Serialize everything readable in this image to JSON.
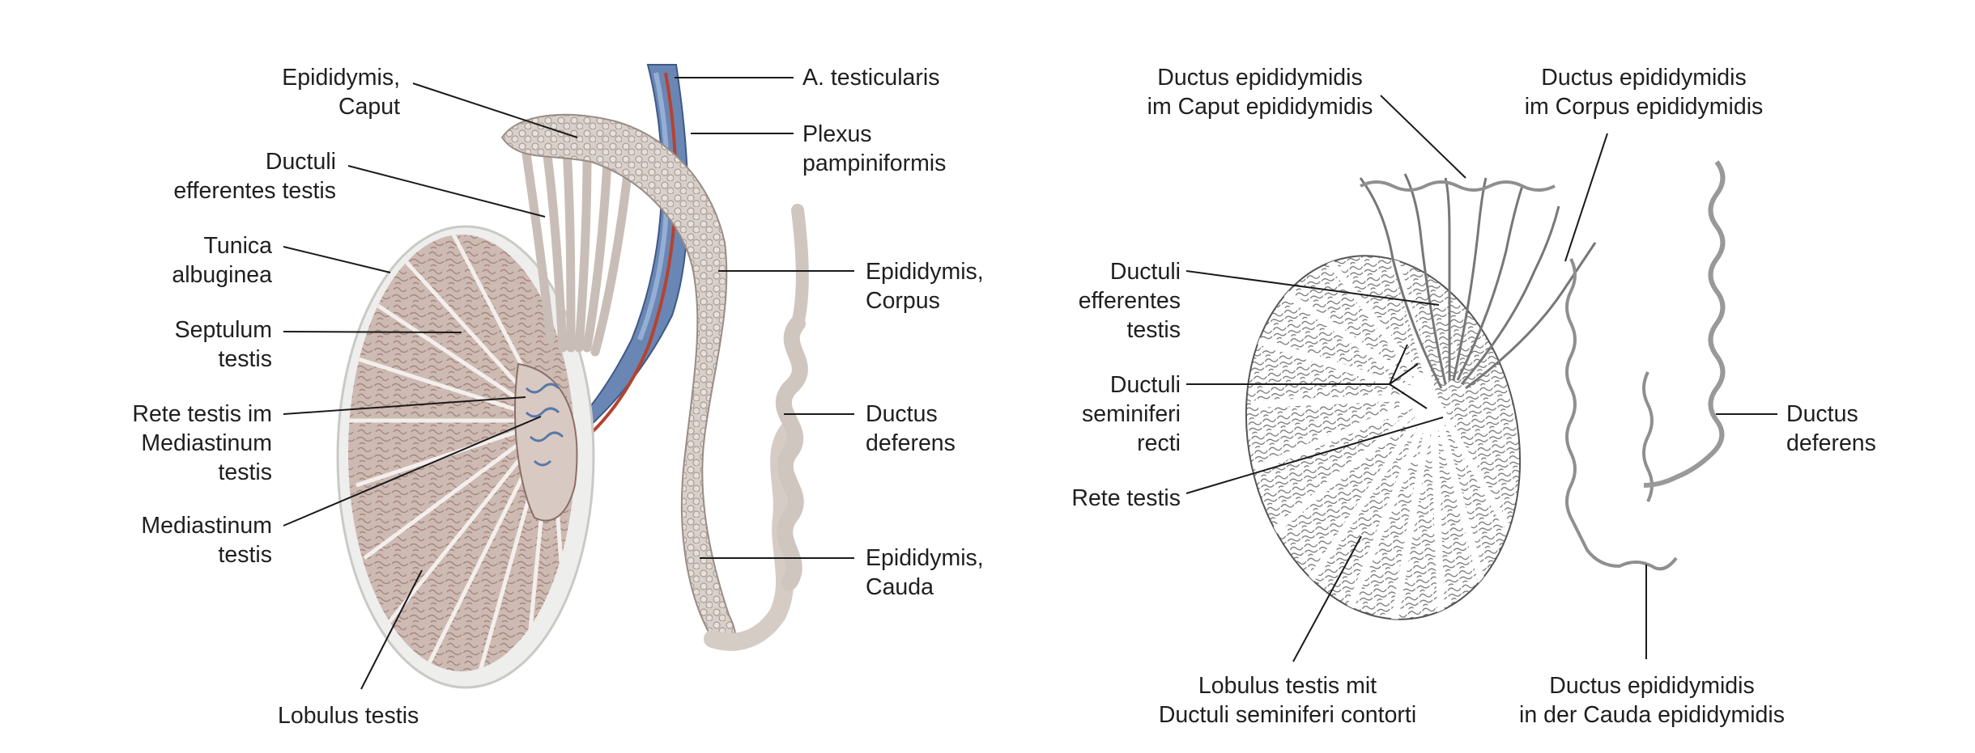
{
  "left_figure": {
    "labels": {
      "epididymis_caput": [
        "Epididymis,",
        "Caput"
      ],
      "ductuli_efferentes": [
        "Ductuli",
        "efferentes testis"
      ],
      "tunica_albuginea": [
        "Tunica",
        "albuginea"
      ],
      "septulum_testis": [
        "Septulum",
        "testis"
      ],
      "rete_testis_mediastinum": [
        "Rete testis im",
        "Mediastinum",
        "testis"
      ],
      "mediastinum_testis": [
        "Mediastinum",
        "testis"
      ],
      "lobulus_testis": [
        "Lobulus testis"
      ],
      "a_testicularis": [
        "A. testicularis"
      ],
      "plexus_pampiniformis": [
        "Plexus",
        "pampiniformis"
      ],
      "epididymis_corpus": [
        "Epididymis,",
        "Corpus"
      ],
      "ductus_deferens": [
        "Ductus",
        "deferens"
      ],
      "epididymis_cauda": [
        "Epididymis,",
        "Cauda"
      ]
    }
  },
  "right_figure": {
    "labels": {
      "ductus_epididymidis_caput": [
        "Ductus epididymidis",
        "im Caput epididymidis"
      ],
      "ductus_epididymidis_corpus": [
        "Ductus epididymidis",
        "im Corpus epididymidis"
      ],
      "ductuli_efferentes": [
        "Ductuli",
        "efferentes",
        "testis"
      ],
      "ductuli_seminiferi_recti": [
        "Ductuli",
        "seminiferi",
        "recti"
      ],
      "rete_testis": [
        "Rete testis"
      ],
      "lobulus_contorti": [
        "Lobulus testis mit",
        "Ductuli seminiferi contorti"
      ],
      "ductus_epididymidis_cauda": [
        "Ductus epididymidis",
        "in der Cauda epididymidis"
      ],
      "ductus_deferens": [
        "Ductus",
        "deferens"
      ]
    }
  },
  "colors": {
    "tissue_fill": "#cdbab3",
    "tissue_septa": "#f3efec",
    "epididymis": "#d5ccc6",
    "epididymis_shade": "#a89c95",
    "vein": "#5a78a8",
    "artery": "#b5432e",
    "line_drawing": "#6b6b6b",
    "leader": "#1a1a1a"
  }
}
